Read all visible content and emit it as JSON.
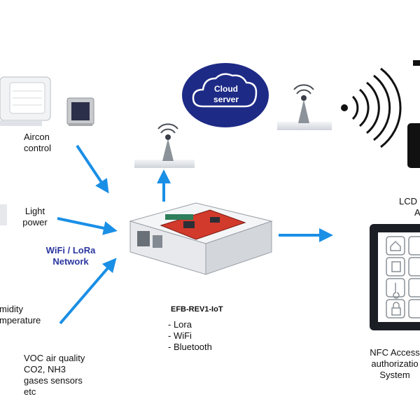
{
  "cloud": {
    "line1": "Cloud",
    "line2": "server"
  },
  "aircon": {
    "line1": "Aircon",
    "line2": "control"
  },
  "light": {
    "line1": "Light",
    "line2": "power"
  },
  "network": {
    "line1": "WiFi / LoRa",
    "line2": "Network"
  },
  "humidity": {
    "line1": "midity",
    "line2": "mperature"
  },
  "voc": {
    "line1": "VOC air quality",
    "line2": "CO2, NH3",
    "line3": "gases sensors",
    "line4": "etc"
  },
  "board": {
    "name": "EFB-REV1-IoT",
    "features": [
      "- Lora",
      "- WiFi",
      "- Bluetooth"
    ]
  },
  "lcd": {
    "line1": "LCD",
    "line2": "A"
  },
  "nfc": {
    "line1": "NFC Access",
    "line2": "authorizatio",
    "line3": "System"
  },
  "colors": {
    "arrow": "#1a8fe6",
    "cloud": "#1d2a86",
    "network_text": "#2a36a0"
  }
}
